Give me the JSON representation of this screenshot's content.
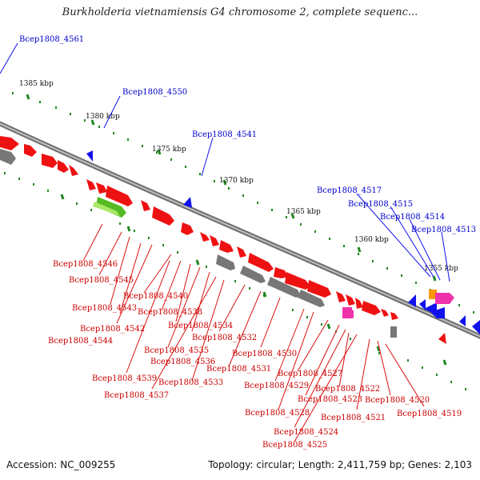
{
  "title": "Burkholderia vietnamiensis G4 chromosome 2, complete sequenc...",
  "footer": {
    "accession": "Accession: NC_009255",
    "topology": "Topology: circular; Length: 2,411,759 bp; Genes: 2,103"
  },
  "colors": {
    "backbone": "#8a8a8a",
    "gene_red": "#ee1111",
    "gene_gray": "#777777",
    "gene_blue": "#1111ee",
    "gene_green": "#66cc33",
    "gene_pink": "#ee33aa",
    "gene_orange": "#ff9900",
    "tick": "#228822",
    "label_blue": "#0000cc",
    "label_red": "#cc0000"
  },
  "ticks": [
    "1385 kbp",
    "1380 kbp",
    "1375 kbp",
    "1370 kbp",
    "1365 kbp",
    "1360 kbp",
    "1355 kbp"
  ],
  "labels_blue": [
    "Bcep1808_4561",
    "Bcep1808_4550",
    "Bcep1808_4541",
    "Bcep1808_4517",
    "Bcep1808_4515",
    "Bcep1808_4514",
    "Bcep1808_4513"
  ],
  "labels_red": [
    "Bcep1808_4546",
    "Bcep1808_4545",
    "Bcep1808_4543",
    "Bcep1808_4542",
    "Bcep1808_4544",
    "Bcep1808_4540",
    "Bcep1808_4538",
    "Bcep1808_4534",
    "Bcep1808_4535",
    "Bcep1808_4536",
    "Bcep1808_4539",
    "Bcep1808_4537",
    "Bcep1808_4533",
    "Bcep1808_4532",
    "Bcep1808_4531",
    "Bcep1808_4530",
    "Bcep1808_4529",
    "Bcep1808_4528",
    "Bcep1808_4527",
    "Bcep1808_4523",
    "Bcep1808_4524",
    "Bcep1808_4525",
    "Bcep1808_4522",
    "Bcep1808_4521",
    "Bcep1808_4520",
    "Bcep1808_4519"
  ]
}
